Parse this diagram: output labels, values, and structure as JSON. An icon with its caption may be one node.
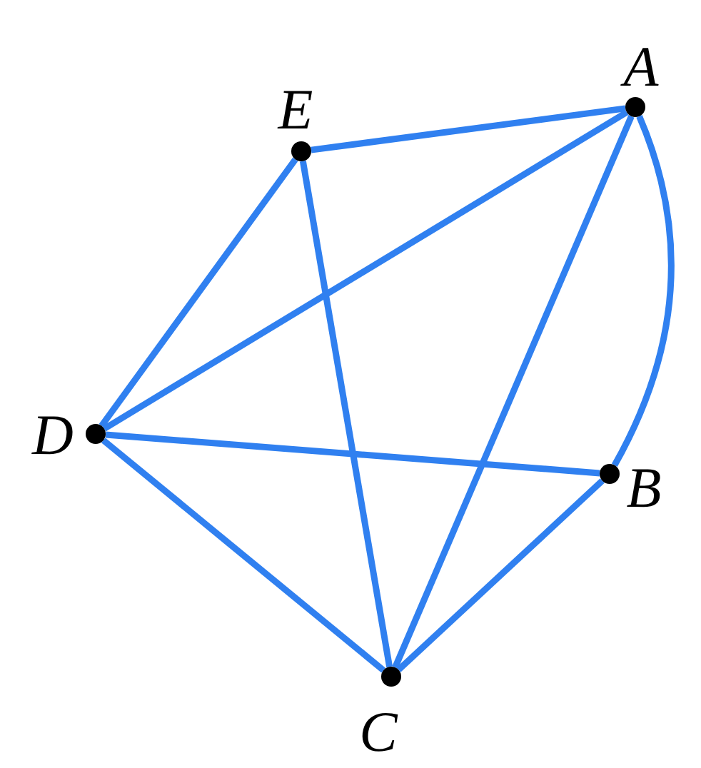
{
  "diagram": {
    "nodes": [
      {
        "text": [],
        "shape": "circle",
        "beside": [
          "A"
        ]
      },
      {
        "text": [],
        "shape": "circle",
        "beside": [
          "E"
        ]
      },
      {
        "text": [],
        "shape": "circle",
        "beside": [
          "D"
        ]
      },
      {
        "text": [],
        "shape": "circle",
        "beside": [
          "B"
        ]
      },
      {
        "text": [],
        "shape": "circle",
        "beside": [
          "C"
        ]
      }
    ],
    "edges": [
      {
        "from": 1,
        "to": 0,
        "arrow": "none"
      },
      {
        "from": 0,
        "to": 2,
        "arrow": "none"
      },
      {
        "from": 0,
        "to": 4,
        "arrow": "none"
      },
      {
        "from": 0,
        "to": 3,
        "arrow": "none"
      },
      {
        "from": 1,
        "to": 2,
        "arrow": "none"
      },
      {
        "from": 1,
        "to": 4,
        "arrow": "none"
      },
      {
        "from": 2,
        "to": 3,
        "arrow": "none"
      },
      {
        "from": 2,
        "to": 4,
        "arrow": "none"
      },
      {
        "from": 4,
        "to": 3,
        "arrow": "none"
      }
    ]
  }
}
